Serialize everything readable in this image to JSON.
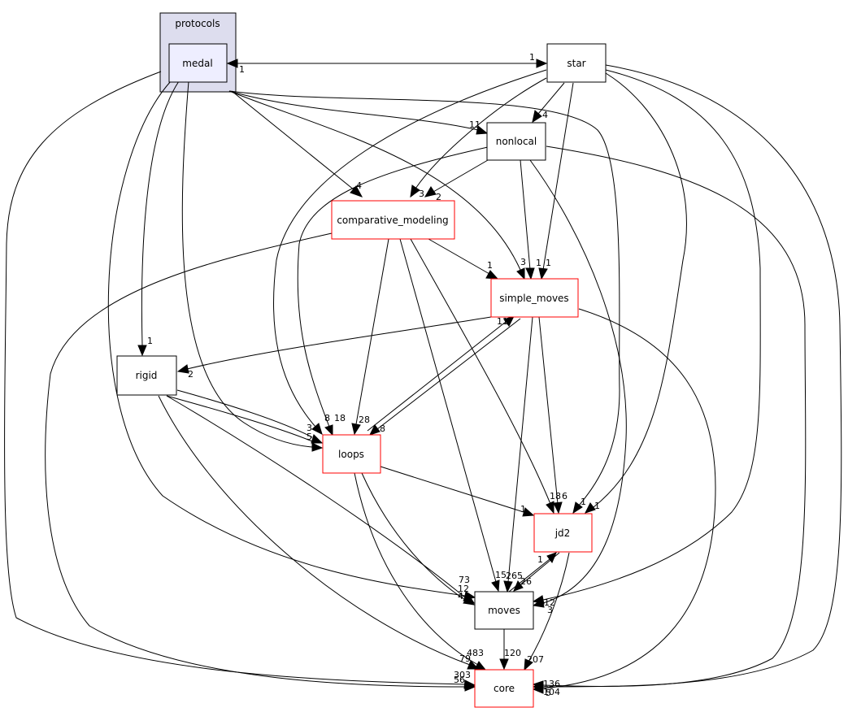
{
  "cluster": {
    "label": "protocols"
  },
  "nodes": {
    "medal": {
      "label": "medal"
    },
    "star": {
      "label": "star"
    },
    "nonlocal": {
      "label": "nonlocal"
    },
    "comparative_modeling": {
      "label": "comparative_modeling"
    },
    "simple_moves": {
      "label": "simple_moves"
    },
    "rigid": {
      "label": "rigid"
    },
    "loops": {
      "label": "loops"
    },
    "jd2": {
      "label": "jd2"
    },
    "moves": {
      "label": "moves"
    },
    "core": {
      "label": "core"
    }
  },
  "colors": {
    "cluster_fill": "#ddddee",
    "medal_fill": "#eeeeff",
    "red_border": "#ff0000",
    "black_border": "#000000"
  },
  "edge_labels": {
    "star_medal": "1",
    "medal_star": "1",
    "star_nonlocal": "4",
    "medal_nonlocal": "11",
    "medal_comparative": "4",
    "star_comparative": "3",
    "nonlocal_comparative": "2",
    "comparative_simple": "1",
    "medal_simple": "3",
    "nonlocal_simple": "1",
    "star_simple": "1",
    "medal_rigid": "1",
    "simple_rigid": "2",
    "loops_simple": "11",
    "simple_loops": "8",
    "rigid_loops_a": "3",
    "rigid_loops_b": "5",
    "star_loops": "8",
    "nonlocal_loops": "18",
    "comparative_loops": "28",
    "loops_jd2": "1",
    "comparative_jd2": "18",
    "simple_jd2": "6",
    "medal_jd2": "1",
    "star_jd2": "1",
    "moves_jd2": "1",
    "medal_moves": "73",
    "rigid_moves": "12",
    "loops_moves": "4",
    "comparative_moves": "15",
    "simple_moves_moves": "265",
    "jd2_moves": "26",
    "star_moves": "12",
    "nonlocal_moves": "3",
    "medal_core": "303",
    "comparative_core": "56",
    "rigid_core": "79",
    "loops_core": "483",
    "moves_core": "120",
    "jd2_core": "207",
    "star_core": "136",
    "nonlocal_core": "5",
    "simple_core": "104"
  }
}
